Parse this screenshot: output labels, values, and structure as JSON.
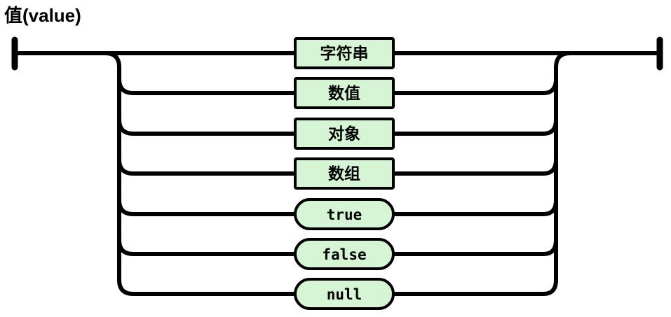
{
  "title": "值(value)",
  "colors": {
    "line": "#000000",
    "node_fill": "#d5f5d5",
    "node_border": "#000000",
    "background": "#ffffff"
  },
  "diagram": {
    "kind": "railroad-syntax-diagram",
    "rule_name": "值(value)",
    "branches": [
      {
        "label": "字符串",
        "shape": "rectangle",
        "node_type": "non-terminal"
      },
      {
        "label": "数值",
        "shape": "rectangle",
        "node_type": "non-terminal"
      },
      {
        "label": "对象",
        "shape": "rectangle",
        "node_type": "non-terminal"
      },
      {
        "label": "数组",
        "shape": "rectangle",
        "node_type": "non-terminal"
      },
      {
        "label": "true",
        "shape": "rounded",
        "node_type": "terminal"
      },
      {
        "label": "false",
        "shape": "rounded",
        "node_type": "terminal"
      },
      {
        "label": "null",
        "shape": "rounded",
        "node_type": "terminal"
      }
    ]
  }
}
